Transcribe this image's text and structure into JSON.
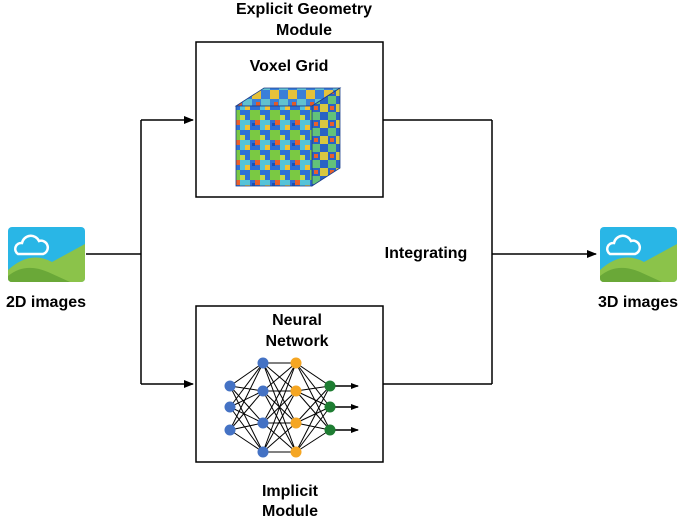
{
  "labels": {
    "explicit_module_line1": "Explicit Geometry",
    "explicit_module_line2": "Module",
    "voxel_grid": "Voxel Grid",
    "neural_network_line1": "Neural",
    "neural_network_line2": "Network",
    "implicit_module_line1": "Implicit",
    "implicit_module_line2": "Module",
    "integrating": "Integrating",
    "input_images": "2D images",
    "output_images": "3D images"
  },
  "icons": {
    "input": "image-icon",
    "output": "image-icon",
    "voxel": "voxel-cube-icon",
    "network": "neural-network-icon"
  },
  "colors": {
    "line": "#000000",
    "image_sky": "#29b6e6",
    "image_mountain": "#8bc34a",
    "node_blue": "#4472c4",
    "node_orange": "#f5a623",
    "node_green": "#1e7d32"
  }
}
